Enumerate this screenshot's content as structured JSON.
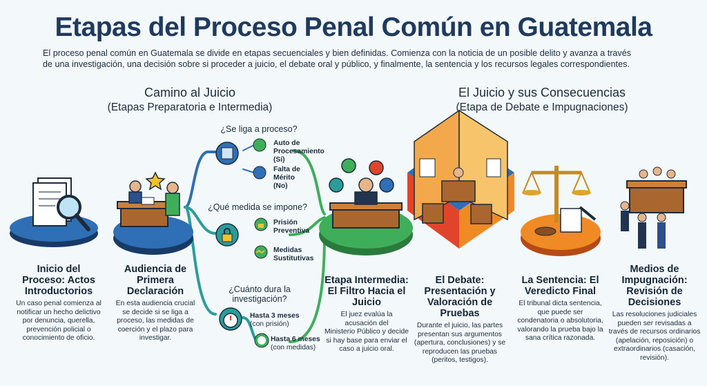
{
  "header": {
    "title": "Etapas del Proceso Penal Común en Guatemala",
    "intro_line1": "El proceso penal común en Guatemala se divide en etapas secuenciales y bien definidas. Comienza con la noticia de un posible delito y avanza a través",
    "intro_line2": "de una investigación, una decisión sobre si proceder a juicio, el debate oral y público, y finalmente, la sentencia y los recursos legales correspondientes."
  },
  "left_section": {
    "title_line1": "Camino al Juicio",
    "title_line2": "(Etapas Preparatoria e Intermedia)"
  },
  "right_section": {
    "title_line1": "El Juicio y sus Consecuencias",
    "title_line2": "(Etapa de Debate e Impugnaciones)"
  },
  "stages": [
    {
      "title": [
        "Inicio del",
        "Proceso: Actos",
        "Introductorios"
      ],
      "desc": [
        "Un caso penal comienza al",
        "notificar un hecho delictivo",
        "por denuncia, querella,",
        "prevención policial o",
        "conocimiento de oficio."
      ]
    },
    {
      "title": [
        "Audiencia de",
        "Primera",
        "Declaración"
      ],
      "desc": [
        "En esta audiencia crucial",
        "se decide si se liga a",
        "proceso, las medidas de",
        "coerción y el plazo para",
        "investigar."
      ]
    },
    {
      "title": [
        "Etapa Intermedia:",
        "El Filtro Hacia el",
        "Juicio"
      ],
      "desc": [
        "El juez evalúa la",
        "acusación del",
        "Ministerio Público y decide",
        "si hay base para enviar el",
        "caso a juicio oral."
      ]
    },
    {
      "title": [
        "El Debate:",
        "Presentación y",
        "Valoración de",
        "Pruebas"
      ],
      "desc": [
        "Durante el juicio, las partes",
        "presentan sus argumentos",
        "(apertura, conclusiones) y se",
        "reproducen las pruebas",
        "(peritos, testigos)."
      ]
    },
    {
      "title": [
        "La Sentencia: El",
        "Veredicto Final"
      ],
      "desc": [
        "El tribunal dicta sentencia,",
        "que puede ser",
        "condenatoria o absolutoria,",
        "valorando la prueba bajo la",
        "sana crítica razonada."
      ]
    },
    {
      "title": [
        "Medios de",
        "Impugnación:",
        "Revisión de",
        "Decisiones"
      ],
      "desc": [
        "Las resoluciones judiciales",
        "pueden ser revisadas a",
        "través de recursos ordinarios",
        "(apelación, reposición) o",
        "extraordinarios (casación,",
        "revisión)."
      ]
    }
  ],
  "branches": {
    "q1": "¿Se liga a proceso?",
    "q1_opt1": [
      "Auto de",
      "Procesamiento",
      "(Sí)"
    ],
    "q1_opt2": [
      "Falta de",
      "Mérito",
      "(No)"
    ],
    "q2": "¿Qué medida se impone?",
    "q2_opt1": [
      "Prisión",
      "Preventiva"
    ],
    "q2_opt2": [
      "Medidas",
      "Sustitutivas"
    ],
    "q3": [
      "¿Cuánto dura la",
      "investigación?"
    ],
    "q3_opt1": [
      "Hasta 3 meses",
      "(con prisión)"
    ],
    "q3_opt2": [
      "Hasta 6 meses",
      "(con medidas)"
    ]
  },
  "colors": {
    "navy": "#1f3a5e",
    "blue": "#2f6fb5",
    "teal": "#2a9d9a",
    "green": "#3fae5a",
    "orange": "#f08a24",
    "red": "#e0452b"
  }
}
